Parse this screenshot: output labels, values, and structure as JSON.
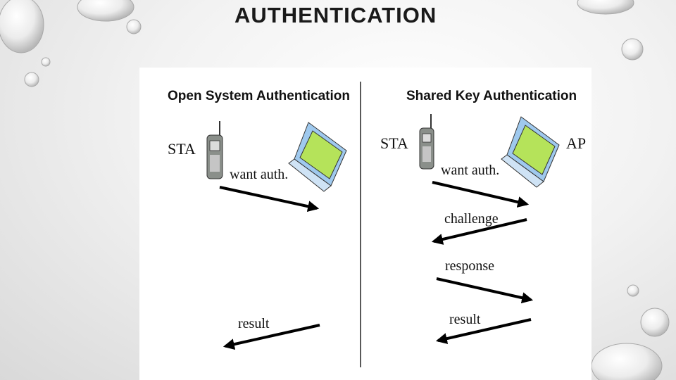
{
  "slide": {
    "title": "AUTHENTICATION"
  },
  "diagram": {
    "open_system": {
      "heading": "Open System Authentication",
      "station_label": "STA",
      "messages": [
        "want auth.",
        "result"
      ]
    },
    "shared_key": {
      "heading": "Shared Key Authentication",
      "station_label": "STA",
      "ap_label": "AP",
      "messages": [
        "want auth.",
        "challenge",
        "response",
        "result"
      ]
    }
  },
  "colors": {
    "laptop_body": "#9fc9ee",
    "laptop_screen": "#b5e35a",
    "phone_body": "#8a8f8a",
    "arrow": "#000000",
    "divider": "#222222"
  },
  "icons": [
    "mobile-phone-icon",
    "laptop-icon"
  ]
}
